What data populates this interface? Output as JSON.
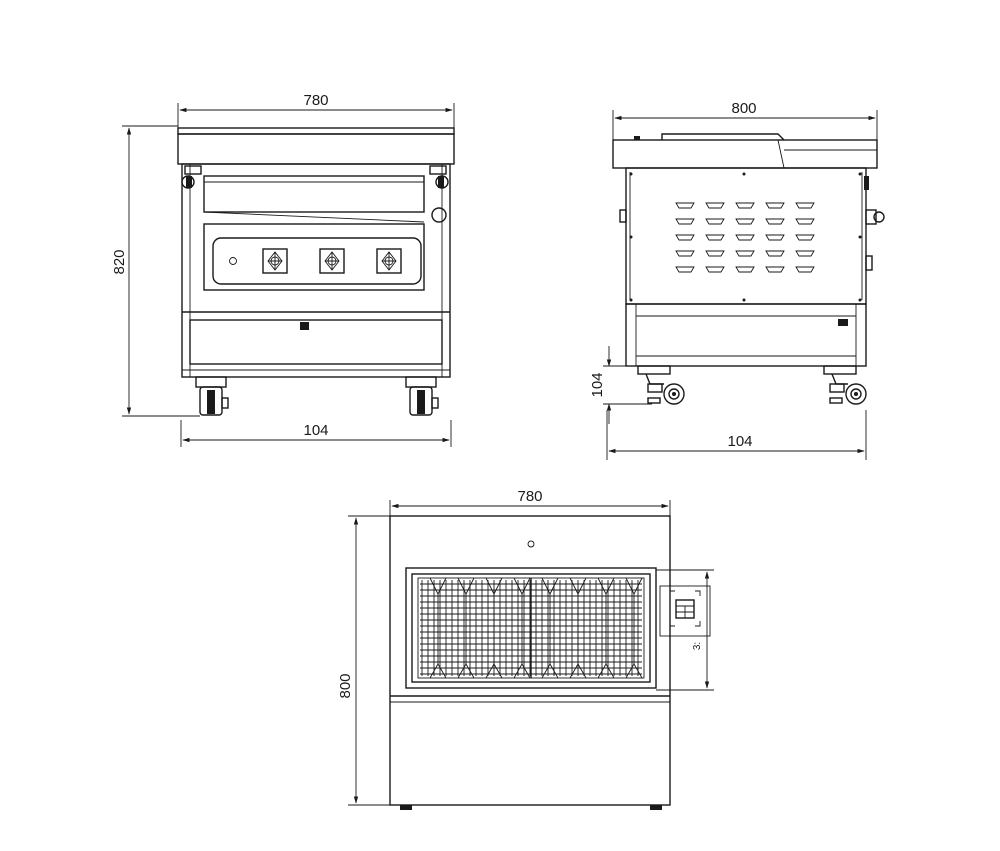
{
  "front_view": {
    "width_label": "780",
    "height_label": "820",
    "base_label": "104"
  },
  "side_view": {
    "width_label": "800",
    "wheel_height_label": "104",
    "base_label": "104"
  },
  "rear_view": {
    "width_label": "780",
    "height_label": "800",
    "side_label": "3:"
  },
  "colors": {
    "line": "#1a1a1a",
    "background": "#ffffff"
  }
}
